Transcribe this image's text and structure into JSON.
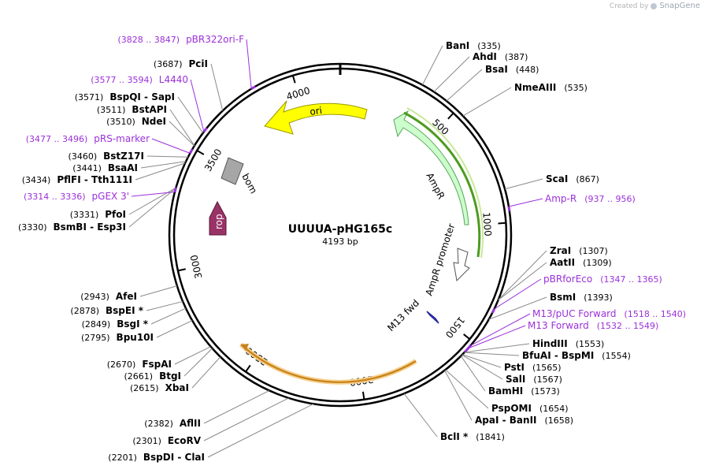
{
  "watermark": {
    "prefix": "Created by",
    "brand": "SnapGene"
  },
  "plasmid": {
    "name": "UUUUA-pHG165c",
    "length_label": "4193 bp",
    "length": 4193
  },
  "ticks": [
    "500",
    "1000",
    "1500",
    "2000",
    "2500",
    "3000",
    "3500",
    "4000"
  ],
  "enzymes_right": [
    {
      "name": "BanI",
      "pos": "(335)"
    },
    {
      "name": "AhdI",
      "pos": "(387)"
    },
    {
      "name": "BsaI",
      "pos": "(448)"
    },
    {
      "name": "NmeAIII",
      "pos": "(535)"
    },
    {
      "name": "ScaI",
      "pos": "(867)"
    },
    {
      "name": "ZraI",
      "pos": "(1307)"
    },
    {
      "name": "AatII",
      "pos": "(1309)"
    },
    {
      "name": "BsmI",
      "pos": "(1393)"
    },
    {
      "name": "HindIII",
      "pos": "(1553)"
    },
    {
      "name": "BfuAI - BspMI",
      "pos": "(1554)"
    },
    {
      "name": "PstI",
      "pos": "(1565)"
    },
    {
      "name": "SalI",
      "pos": "(1567)"
    },
    {
      "name": "BamHI",
      "pos": "(1573)"
    },
    {
      "name": "PspOMI",
      "pos": "(1654)"
    },
    {
      "name": "ApaI - BanII",
      "pos": "(1658)"
    },
    {
      "name": "BclI *",
      "pos": "(1841)"
    }
  ],
  "enzymes_left": [
    {
      "name": "BspDI - ClaI",
      "pos": "(2201)"
    },
    {
      "name": "EcoRV",
      "pos": "(2301)"
    },
    {
      "name": "AflII",
      "pos": "(2382)"
    },
    {
      "name": "XbaI",
      "pos": "(2615)"
    },
    {
      "name": "BtgI",
      "pos": "(2661)"
    },
    {
      "name": "FspAI",
      "pos": "(2670)"
    },
    {
      "name": "Bpu10I",
      "pos": "(2795)"
    },
    {
      "name": "BsgI *",
      "pos": "(2849)"
    },
    {
      "name": "BspEI *",
      "pos": "(2878)"
    },
    {
      "name": "AfeI",
      "pos": "(2943)"
    },
    {
      "name": "BsmBI - Esp3I",
      "pos": "(3330)"
    },
    {
      "name": "PfoI",
      "pos": "(3331)"
    },
    {
      "name": "PflFI - Tth111I",
      "pos": "(3434)"
    },
    {
      "name": "BsaAI",
      "pos": "(3441)"
    },
    {
      "name": "BstZ17I",
      "pos": "(3460)"
    },
    {
      "name": "NdeI",
      "pos": "(3510)"
    },
    {
      "name": "BstAPI",
      "pos": "(3511)"
    },
    {
      "name": "BspQI - SapI",
      "pos": "(3571)"
    },
    {
      "name": "PciI",
      "pos": "(3687)"
    }
  ],
  "primers": [
    {
      "name": "Amp-R",
      "range": "(937 .. 956)"
    },
    {
      "name": "pBRforEco",
      "range": "(1347 .. 1365)"
    },
    {
      "name": "M13/pUC Forward",
      "range": "(1518 .. 1540)"
    },
    {
      "name": "M13 Forward",
      "range": "(1532 .. 1549)"
    },
    {
      "name": "pGEX 3'",
      "range": "(3314 .. 3336)"
    },
    {
      "name": "pRS-marker",
      "range": "(3477 .. 3496)"
    },
    {
      "name": "L4440",
      "range": "(3577 .. 3594)"
    },
    {
      "name": "pBR322ori-F",
      "range": "(3828 .. 3847)"
    }
  ],
  "features": {
    "ori": "ori",
    "ampr": "AmpR",
    "ampr_promoter": "AmpR promoter",
    "m13_fwd": "M13 fwd",
    "rop": "rop",
    "bom": "bom"
  },
  "colors": {
    "ori": "#ffff00",
    "ampr": "#ccffcc",
    "rop": "#993366",
    "bom": "#a6a6a6",
    "orf": "#c8811a",
    "primer": "#9b30d9",
    "backbone": "#000000"
  }
}
